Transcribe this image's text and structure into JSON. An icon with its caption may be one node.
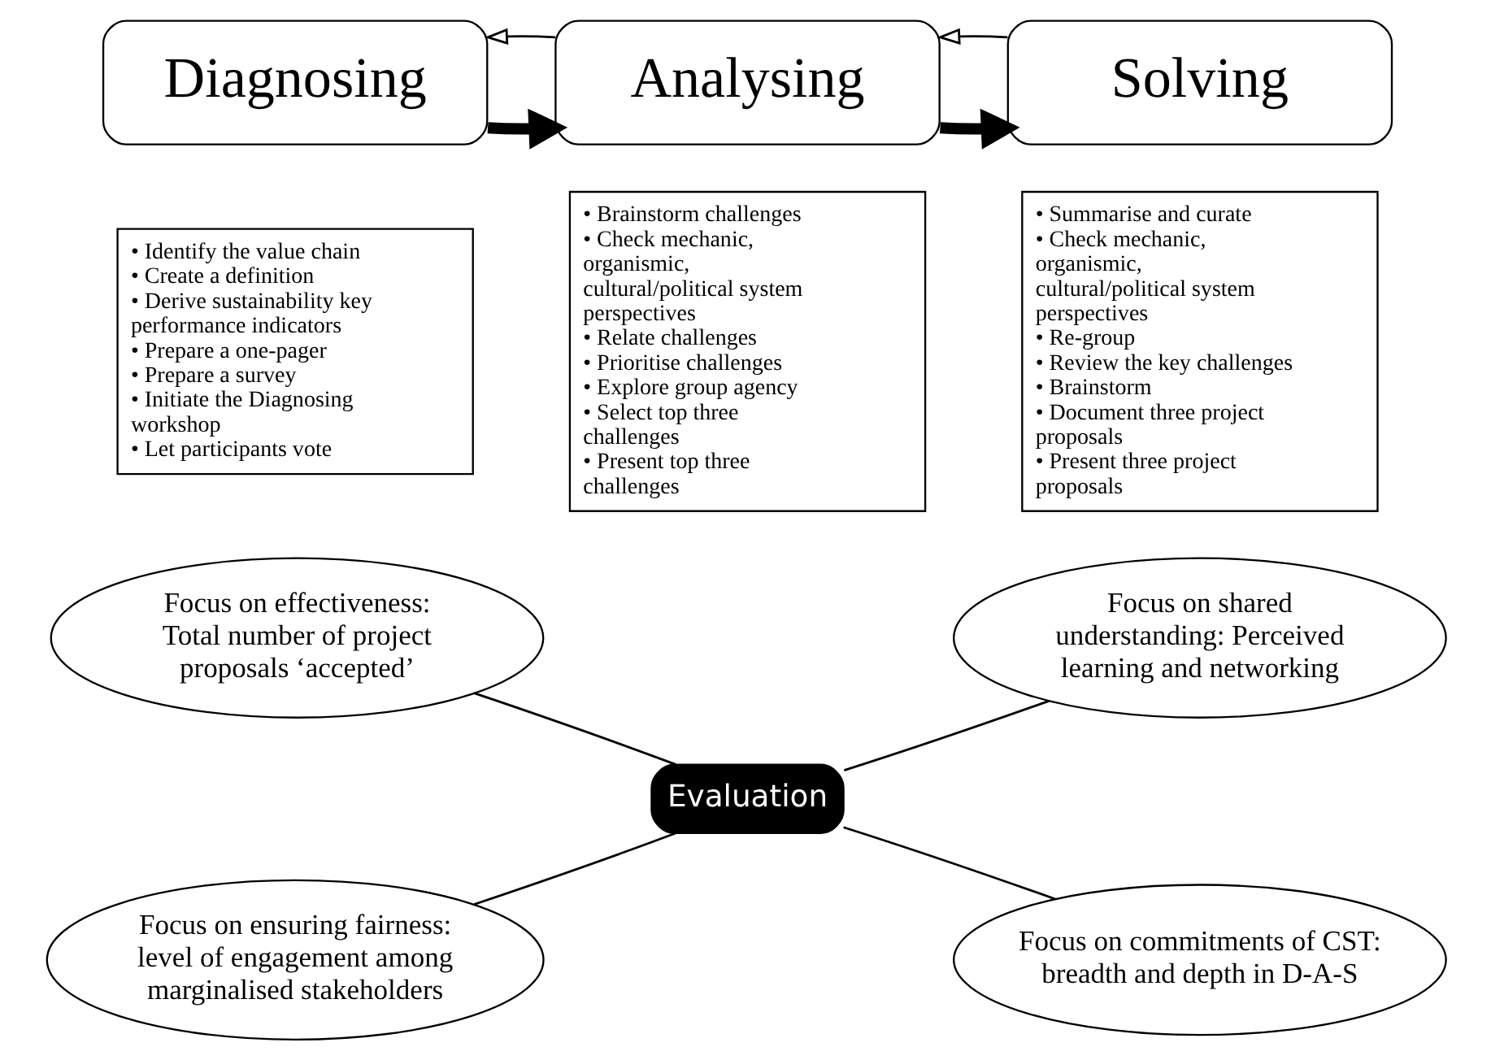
{
  "diagram": {
    "nodes": [
      {
        "text": [
          "Diagnosing"
        ]
      },
      {
        "text": [
          "• Identify the value chain",
          "• Create a definition",
          "• Derive sustainability key performance indicators",
          "• Prepare a one-pager",
          "• Prepare a survey",
          "• Initiate the Diagnosing workshop",
          "• Let participants vote"
        ]
      },
      {
        "text": [
          "Analysing"
        ]
      },
      {
        "text": [
          "• Brainstorm challenges",
          "• Check mechanic, organismic, cultural/political system perspectives",
          "• Relate challenges",
          "• Prioritise challenges",
          "• Explore group agency",
          "• Select top three challenges",
          "• Present top three challenges"
        ]
      },
      {
        "text": [
          "Solving"
        ]
      },
      {
        "text": [
          "• Summarise and curate",
          "• Check mechanic, organismic, cultural/political system perspectives",
          "• Re-group",
          "• Review the key challenges",
          "• Brainstorm",
          "• Document three project proposals",
          "• Present three project proposals"
        ]
      },
      {
        "text": [
          "Evaluation"
        ]
      },
      {
        "text": [
          "Focus on effectiveness: Total number of project proposals ‘accepted’"
        ]
      },
      {
        "text": [
          "Focus on shared understanding: Perceived learning and networking"
        ]
      },
      {
        "text": [
          "Focus on ensuring fairness: level of engagement among marginalised stakeholders"
        ]
      },
      {
        "text": [
          "Focus on commitments of CST: breadth and depth in D-A-S"
        ]
      }
    ],
    "edges": [
      {
        "from": 0,
        "to": 2,
        "arrow": "to",
        "style": "thick"
      },
      {
        "from": 2,
        "to": 0,
        "arrow": "to"
      },
      {
        "from": 2,
        "to": 4,
        "arrow": "to",
        "style": "thick"
      },
      {
        "from": 4,
        "to": 2,
        "arrow": "to"
      },
      {
        "from": 6,
        "to": 7,
        "arrow": "none"
      },
      {
        "from": 6,
        "to": 8,
        "arrow": "none"
      },
      {
        "from": 6,
        "to": 9,
        "arrow": "none"
      },
      {
        "from": 6,
        "to": 10,
        "arrow": "none"
      }
    ]
  }
}
